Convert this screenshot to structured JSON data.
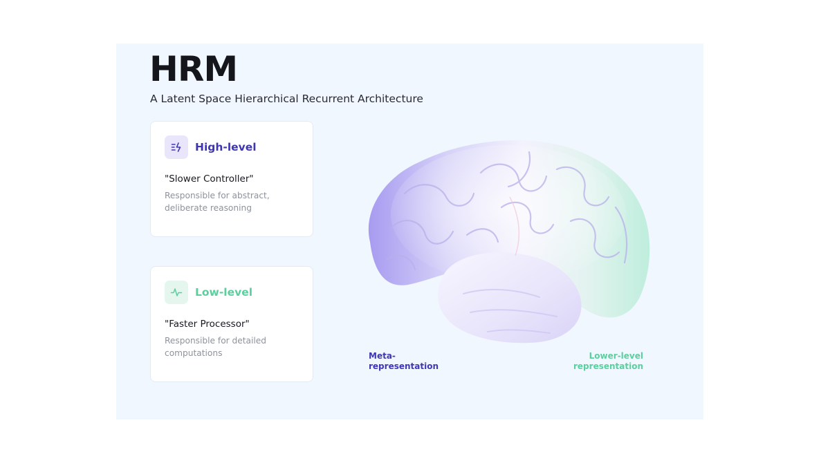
{
  "title": "HRM",
  "subtitle": "A Latent Space Hierarchical Recurrent Architecture",
  "cards": [
    {
      "heading": "High-level",
      "quote": "\"Slower Controller\"",
      "description": "Responsible for abstract, deliberate reasoning",
      "icon": "fast-forward-lines-icon",
      "accent": "#3f36b4"
    },
    {
      "heading": "Low-level",
      "quote": "\"Faster Processor\"",
      "description": "Responsible for detailed computations",
      "icon": "pulse-icon",
      "accent": "#5ccf9f"
    }
  ],
  "labels": {
    "meta": "Meta-\nrepresentation",
    "lower": "Lower-level\nrepresentation"
  },
  "colors": {
    "panel_bg": "#f1f7fe",
    "violet": "#3f36b4",
    "mint": "#5ccf9f"
  }
}
